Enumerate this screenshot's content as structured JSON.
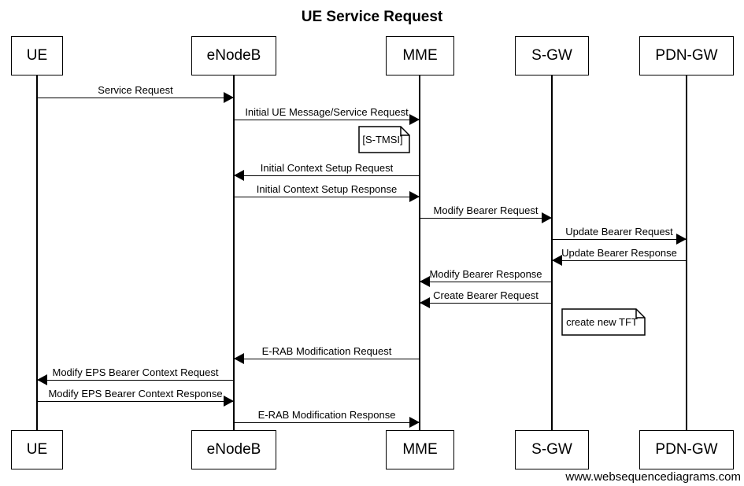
{
  "title": "UE Service Request",
  "watermark": "www.websequencediagrams.com",
  "colors": {
    "line": "#000000",
    "text": "#000000",
    "background": "#ffffff"
  },
  "actors": [
    {
      "label": "UE"
    },
    {
      "label": "eNodeB"
    },
    {
      "label": "MME"
    },
    {
      "label": "S-GW"
    },
    {
      "label": "PDN-GW"
    }
  ],
  "messages": [
    {
      "from": "UE",
      "to": "eNodeB",
      "label": "Service Request"
    },
    {
      "from": "eNodeB",
      "to": "MME",
      "label": "Initial UE Message/Service Request"
    },
    {
      "from": "MME",
      "to": "eNodeB",
      "label": "Initial Context Setup Request"
    },
    {
      "from": "eNodeB",
      "to": "MME",
      "label": "Initial Context Setup Response"
    },
    {
      "from": "MME",
      "to": "S-GW",
      "label": "Modify Bearer Request"
    },
    {
      "from": "S-GW",
      "to": "PDN-GW",
      "label": "Update Bearer Request"
    },
    {
      "from": "PDN-GW",
      "to": "S-GW",
      "label": "Update Bearer Response"
    },
    {
      "from": "S-GW",
      "to": "MME",
      "label": "Modify Bearer Response"
    },
    {
      "from": "S-GW",
      "to": "MME",
      "label": "Create Bearer Request"
    },
    {
      "from": "MME",
      "to": "eNodeB",
      "label": "E-RAB Modification Request"
    },
    {
      "from": "eNodeB",
      "to": "UE",
      "label": "Modify EPS Bearer Context Request"
    },
    {
      "from": "UE",
      "to": "eNodeB",
      "label": "Modify EPS Bearer Context Response"
    },
    {
      "from": "eNodeB",
      "to": "MME",
      "label": "E-RAB Modification Response"
    }
  ],
  "notes": [
    {
      "label": "[S-TMSI]",
      "attachment": "left of MME"
    },
    {
      "label": "create new TFT",
      "attachment": "right of S-GW"
    }
  ]
}
